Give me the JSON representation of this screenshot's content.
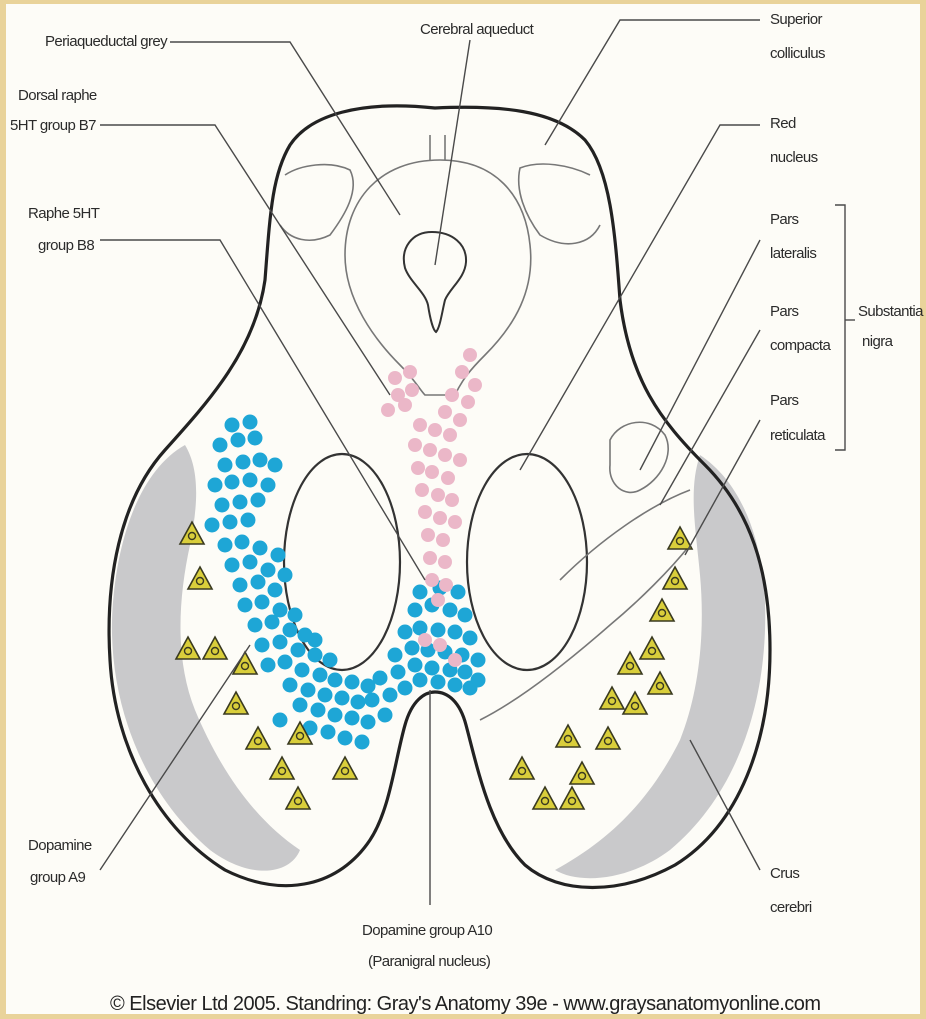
{
  "labels": {
    "periaqueductal_grey": "Periaqueductal grey",
    "cerebral_aqueduct": "Cerebral aqueduct",
    "superior_colliculus_1": "Superior",
    "superior_colliculus_2": "colliculus",
    "dorsal_raphe_1": "Dorsal raphe",
    "dorsal_raphe_2": "5HT group B7",
    "raphe_b8_1": "Raphe 5HT",
    "raphe_b8_2": "group B8",
    "red_nucleus_1": "Red",
    "red_nucleus_2": "nucleus",
    "pars_lateralis_1": "Pars",
    "pars_lateralis_2": "lateralis",
    "pars_compacta_1": "Pars",
    "pars_compacta_2": "compacta",
    "pars_reticulata_1": "Pars",
    "pars_reticulata_2": "reticulata",
    "substantia_nigra_1": "Substantia",
    "substantia_nigra_2": "nigra",
    "dopamine_a9_1": "Dopamine",
    "dopamine_a9_2": "group A9",
    "dopamine_a10_1": "Dopamine group A10",
    "dopamine_a10_2": "(Paranigral nucleus)",
    "crus_cerebri_1": "Crus",
    "crus_cerebri_2": "cerebri"
  },
  "credit": "© Elsevier Ltd 2005. Standring: Gray's Anatomy 39e - www.graysanatomyonline.com",
  "colors": {
    "frame": "#e9d39a",
    "panel": "#fdfcf7",
    "crus_grey": "#c9c9cb",
    "dopamine_dots": "#1ea6d6",
    "raphe_dots": "#ebb7c8",
    "triangle_fill": "#d9ce3b",
    "triangle_stroke": "#3a3a20"
  }
}
